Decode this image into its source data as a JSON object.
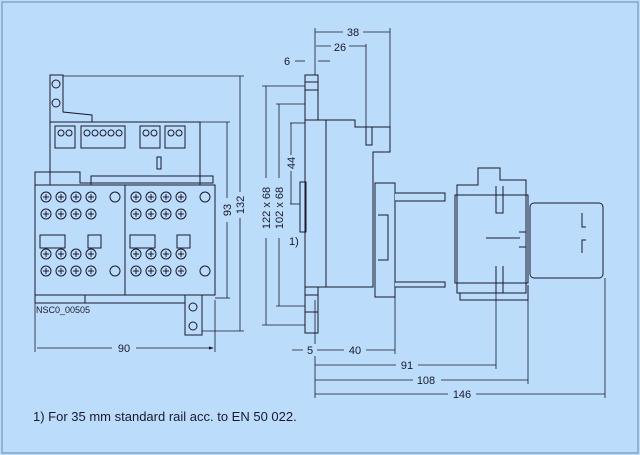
{
  "drawing_code": "NSC0_00505",
  "front_view": {
    "width": "90",
    "height_inner": "93",
    "height_total": "132"
  },
  "side_view": {
    "dim_top_38": "38",
    "dim_top_26": "26",
    "dim_top_6": "6",
    "rail_122": "122 x 68",
    "rail_102": "102 x 68",
    "dim_44": "44",
    "note_ref": "1)",
    "dim_5": "5",
    "dim_40": "40",
    "dim_91": "91",
    "dim_108": "108",
    "dim_146": "146"
  },
  "footnote": "1) For 35 mm standard rail acc. to EN 50 022."
}
